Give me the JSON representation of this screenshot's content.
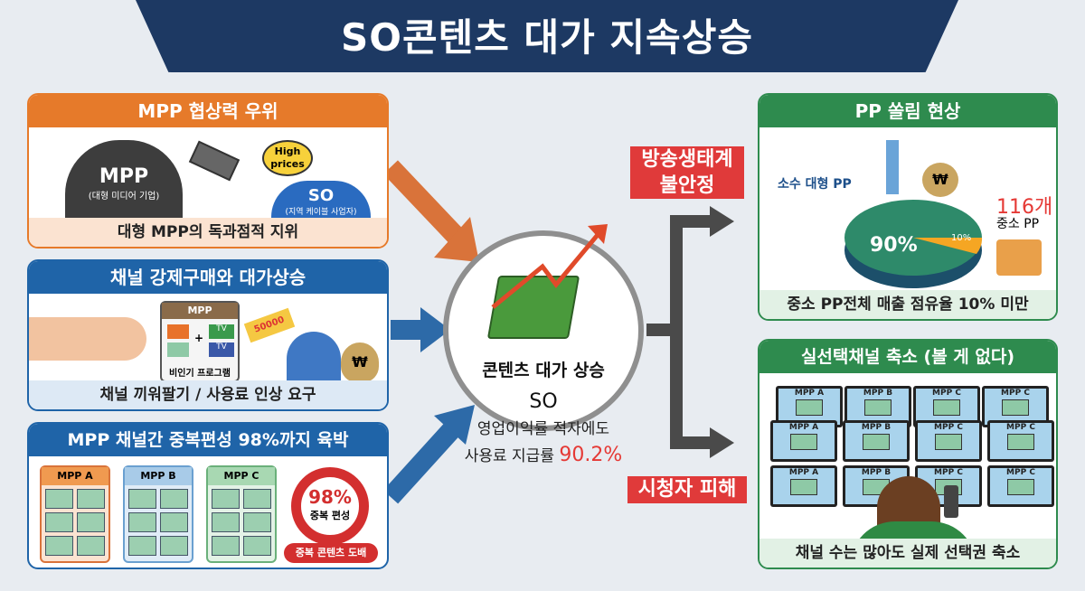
{
  "title": "SO콘텐츠 대가 지속상승",
  "left": {
    "p1": {
      "header": "MPP 협상력 우위",
      "mpp_label": "MPP",
      "mpp_sub": "(대형 미디어 기업)",
      "bubble": "High prices",
      "so_label": "SO",
      "so_sub": "(지역 케이블 사업자)",
      "footer": "대형 MPP의 독과점적 지위"
    },
    "p2": {
      "header": "채널 강제구매와 대가상승",
      "bundle_title": "MPP",
      "tv1": "TV",
      "tv2": "TV",
      "plus": "+",
      "bundle_caption": "비인기 프로그램",
      "price_tag": "50000",
      "footer": "채널 끼워팔기 / 사용료 인상 요구"
    },
    "p3": {
      "header": "MPP 채널간 중복편성 98%까지 육박",
      "boxes": [
        "MPP A",
        "MPP B",
        "MPP C"
      ],
      "ring_value": "98%",
      "ring_label": "중복 편성",
      "ring_badge": "중복 콘텐츠 도배",
      "overlap_percent": 98
    }
  },
  "center": {
    "title": "콘텐츠 대가 상승",
    "subject": "SO",
    "line1": "영업이익률 적자에도",
    "line2": "사용료 지급률",
    "highlight": "90.2%"
  },
  "tags": {
    "top": "방송생태계 불안정",
    "bottom": "시청자 피해"
  },
  "right": {
    "p1": {
      "header": "PP 쏠림 현상",
      "big_label": "소수 대형 PP",
      "big_pct": "90%",
      "small_pct": "10%",
      "count": "116개",
      "small_label": "중소 PP",
      "footer": "중소 PP전체 매출 점유율 10% 미만"
    },
    "p2": {
      "header": "실선택채널 축소 (볼 게 없다)",
      "tvs": [
        "MPP A",
        "MPP B",
        "MPP C",
        "MPP C",
        "MPP A",
        "MPP B",
        "MPP C",
        "MPP C",
        "MPP A",
        "MPP B",
        "MPP C",
        "MPP C"
      ],
      "footer": "채널 수는 많아도 실제 선택권 축소"
    }
  },
  "colors": {
    "navy": "#1d3963",
    "orange": "#e67a2a",
    "blue": "#1f64a8",
    "green": "#2e8b4e",
    "red": "#e03a3a"
  }
}
